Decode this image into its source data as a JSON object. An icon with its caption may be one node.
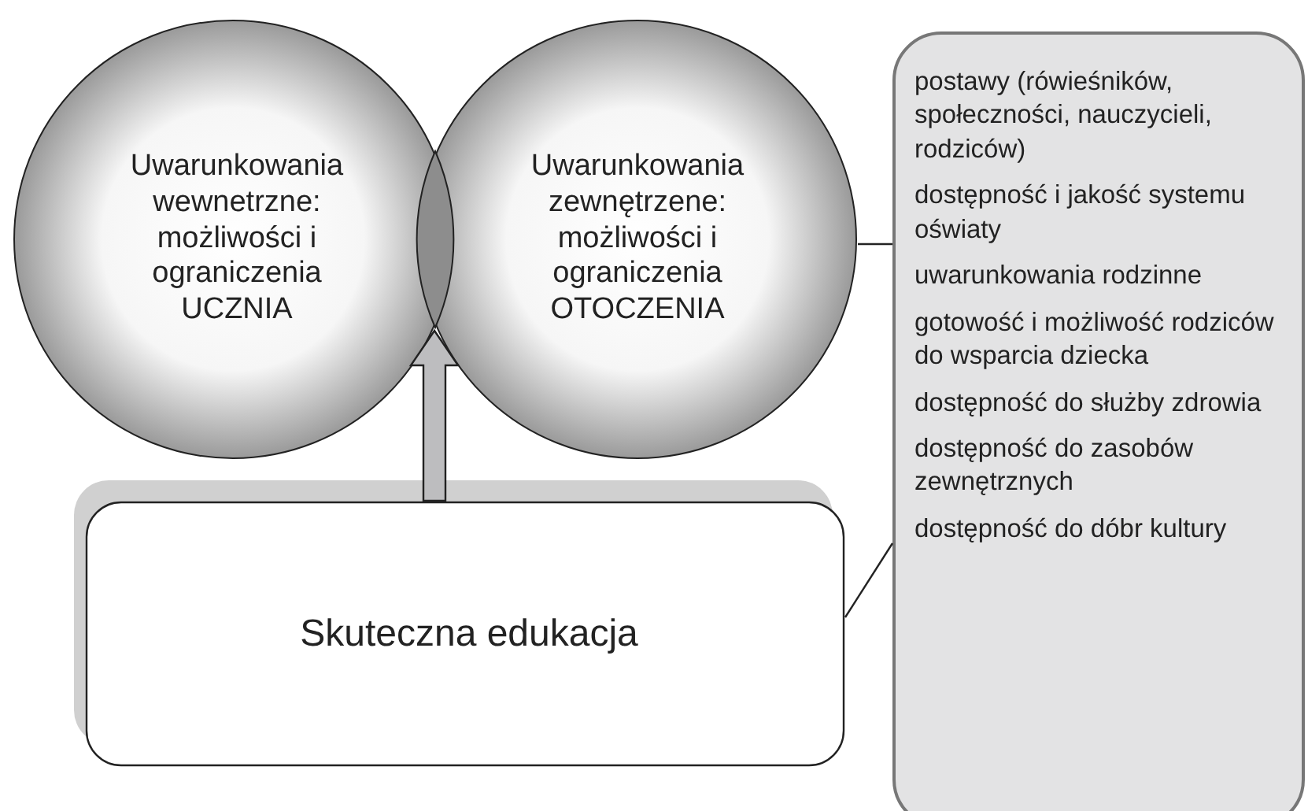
{
  "diagram": {
    "nodes": [
      {
        "text": [
          "Uwarunkowania wewnetrzne: możliwości i ograniczenia UCZNIA"
        ]
      },
      {
        "text": [
          "Uwarunkowania zewnętrzene: możliwości i ograniczenia OTOCZENIA"
        ]
      },
      {
        "text": [],
        "shape": "lens"
      },
      {
        "text": [
          "Skuteczna edukacja"
        ]
      },
      {
        "text": [
          "postawy (rówieśników, społeczności, nauczycieli, rodziców)",
          "dostępność i jakość systemu oświaty",
          "uwarunkowania rodzinne",
          "gotowość i możliwość rodziców do wsparcia dziecka",
          "dostępność do służby zdrowia",
          "dostępność do zasobów zewnętrznych",
          "dostępność do dóbr kultury"
        ]
      }
    ],
    "edges": [
      {
        "from": 3,
        "to": 2,
        "arrow": "to",
        "style": "thick"
      },
      {
        "from": 4,
        "to": 1,
        "arrow": "none"
      },
      {
        "from": 4,
        "to": 3,
        "arrow": "none"
      }
    ]
  }
}
